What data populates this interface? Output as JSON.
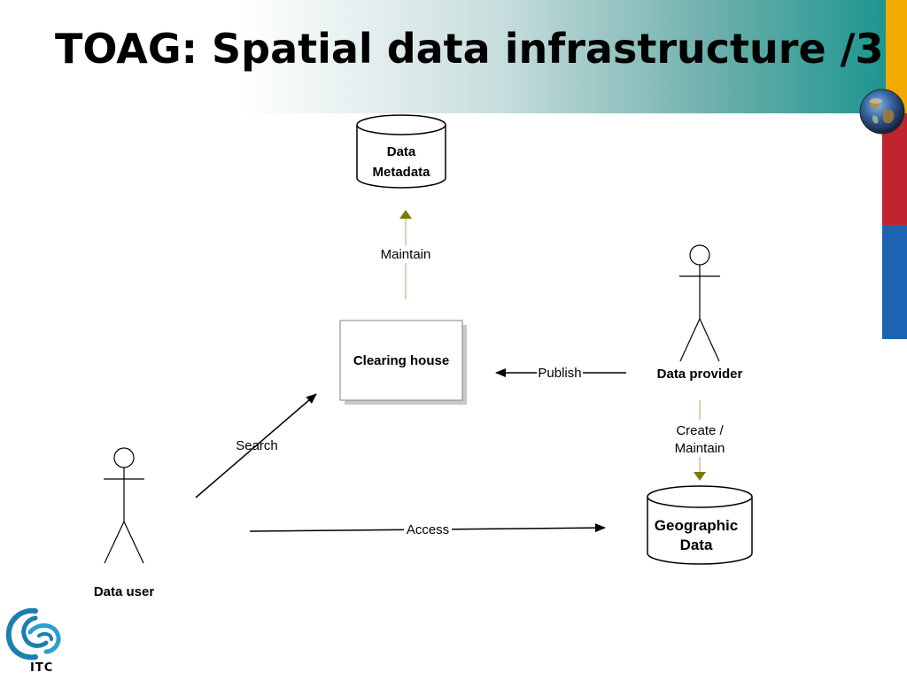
{
  "slide": {
    "title": "TOAG: Spatial data infrastructure /3"
  },
  "colors": {
    "teal": "#1f9690",
    "orange": "#f2a900",
    "red": "#c0242e",
    "blue": "#1d63b4",
    "olive_arrow": "#7a7a10",
    "logo_blue": "#1b7fb0"
  },
  "diagram": {
    "metadata_store": {
      "line1": "Data",
      "line2": "Metadata"
    },
    "clearing_house": {
      "label": "Clearing house"
    },
    "geographic_store": {
      "line1": "Geographic",
      "line2": "Data"
    },
    "data_user": {
      "label": "Data user"
    },
    "data_provider": {
      "label": "Data provider"
    },
    "edges": {
      "maintain": "Maintain",
      "publish": "Publish",
      "search": "Search",
      "access": "Access",
      "create_line1": "Create /",
      "create_line2": "Maintain"
    }
  },
  "logo": {
    "text": "ITC"
  },
  "icons": {
    "globe": "globe-icon",
    "logo": "itc-logo-icon"
  }
}
